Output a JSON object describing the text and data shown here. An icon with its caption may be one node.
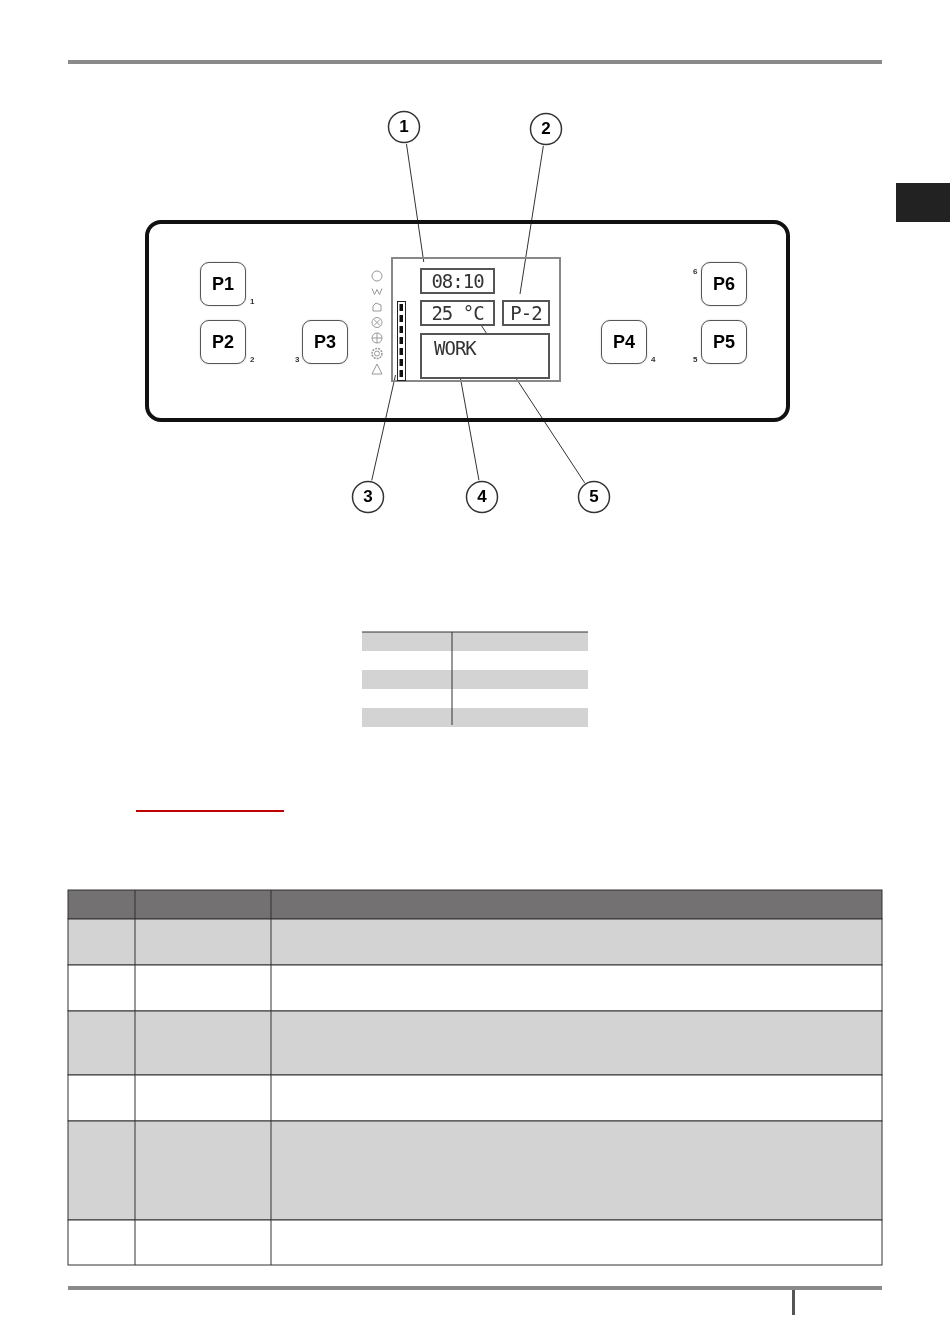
{
  "diagram": {
    "nodes": [
      {
        "text": [],
        "shape": "box"
      },
      {
        "text": [
          "P1"
        ],
        "in": 0,
        "beside": [
          "1"
        ]
      },
      {
        "text": [
          "P2"
        ],
        "in": 0,
        "beside": [
          "2"
        ]
      },
      {
        "text": [
          "P3"
        ],
        "in": 0,
        "beside": [
          "3"
        ]
      },
      {
        "text": [
          "P4"
        ],
        "in": 0,
        "beside": [
          "4"
        ]
      },
      {
        "text": [
          "P5"
        ],
        "in": 0,
        "beside": [
          "5"
        ]
      },
      {
        "text": [
          "P6"
        ],
        "in": 0,
        "beside": [
          "6"
        ]
      },
      {
        "text": [],
        "shape": "box",
        "in": 0
      },
      {
        "text": [
          "08:10"
        ],
        "in": 7
      },
      {
        "text": [
          "25 °C"
        ],
        "in": 7
      },
      {
        "text": [
          "P-2"
        ],
        "in": 7
      },
      {
        "text": [
          "WORK"
        ],
        "in": 7
      },
      {
        "text": [],
        "shape": "bar",
        "in": 7
      },
      {
        "text": [
          "1"
        ]
      },
      {
        "text": [
          "2"
        ]
      },
      {
        "text": [
          "3"
        ]
      },
      {
        "text": [
          "4"
        ]
      },
      {
        "text": [
          "5"
        ]
      }
    ],
    "edges": [
      {
        "from": 13,
        "to": 8,
        "arrow": "none"
      },
      {
        "from": 14,
        "to": 10,
        "arrow": "none"
      },
      {
        "from": 15,
        "to": 12,
        "arrow": "none"
      },
      {
        "from": 16,
        "to": 11,
        "arrow": "none"
      },
      {
        "from": 17,
        "to": 9,
        "arrow": "none"
      }
    ]
  }
}
